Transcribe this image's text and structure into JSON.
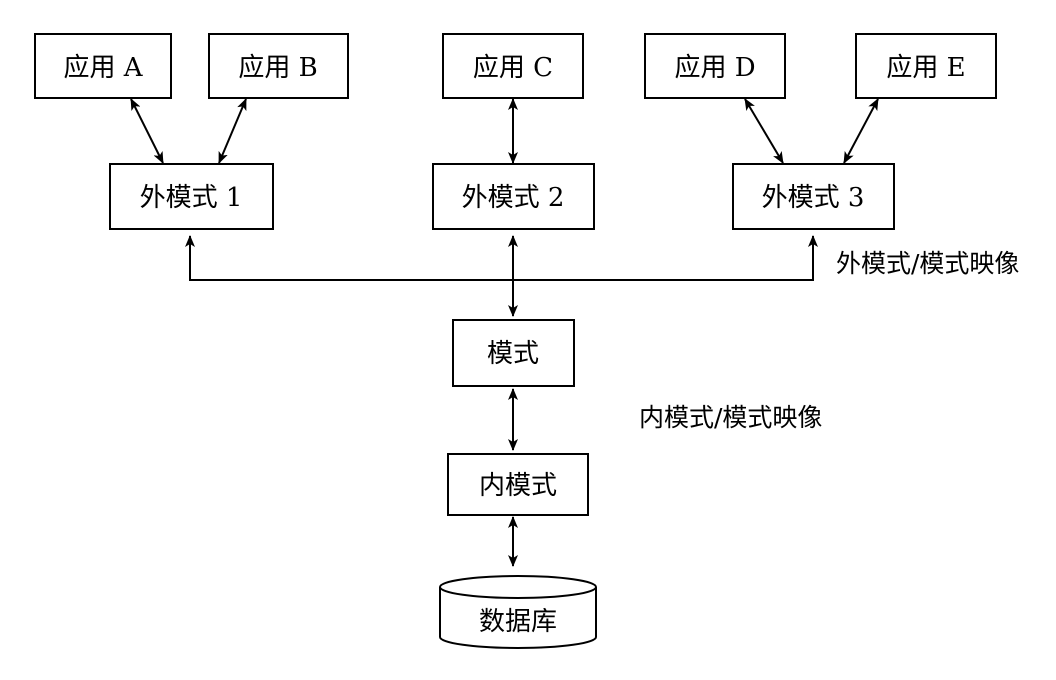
{
  "applications": [
    {
      "id": "app-a",
      "label": "应用 A"
    },
    {
      "id": "app-b",
      "label": "应用 B"
    },
    {
      "id": "app-c",
      "label": "应用 C"
    },
    {
      "id": "app-d",
      "label": "应用 D"
    },
    {
      "id": "app-e",
      "label": "应用 E"
    }
  ],
  "external_schemas": [
    {
      "id": "external-schema-1",
      "label": "外模式 1"
    },
    {
      "id": "external-schema-2",
      "label": "外模式 2"
    },
    {
      "id": "external-schema-3",
      "label": "外模式 3"
    }
  ],
  "schema": {
    "label": "模式"
  },
  "internal_schema": {
    "label": "内模式"
  },
  "database": {
    "label": "数据库"
  },
  "mappings": {
    "external_schema_mapping": "外模式/模式映像",
    "internal_schema_mapping": "内模式/模式映像"
  }
}
